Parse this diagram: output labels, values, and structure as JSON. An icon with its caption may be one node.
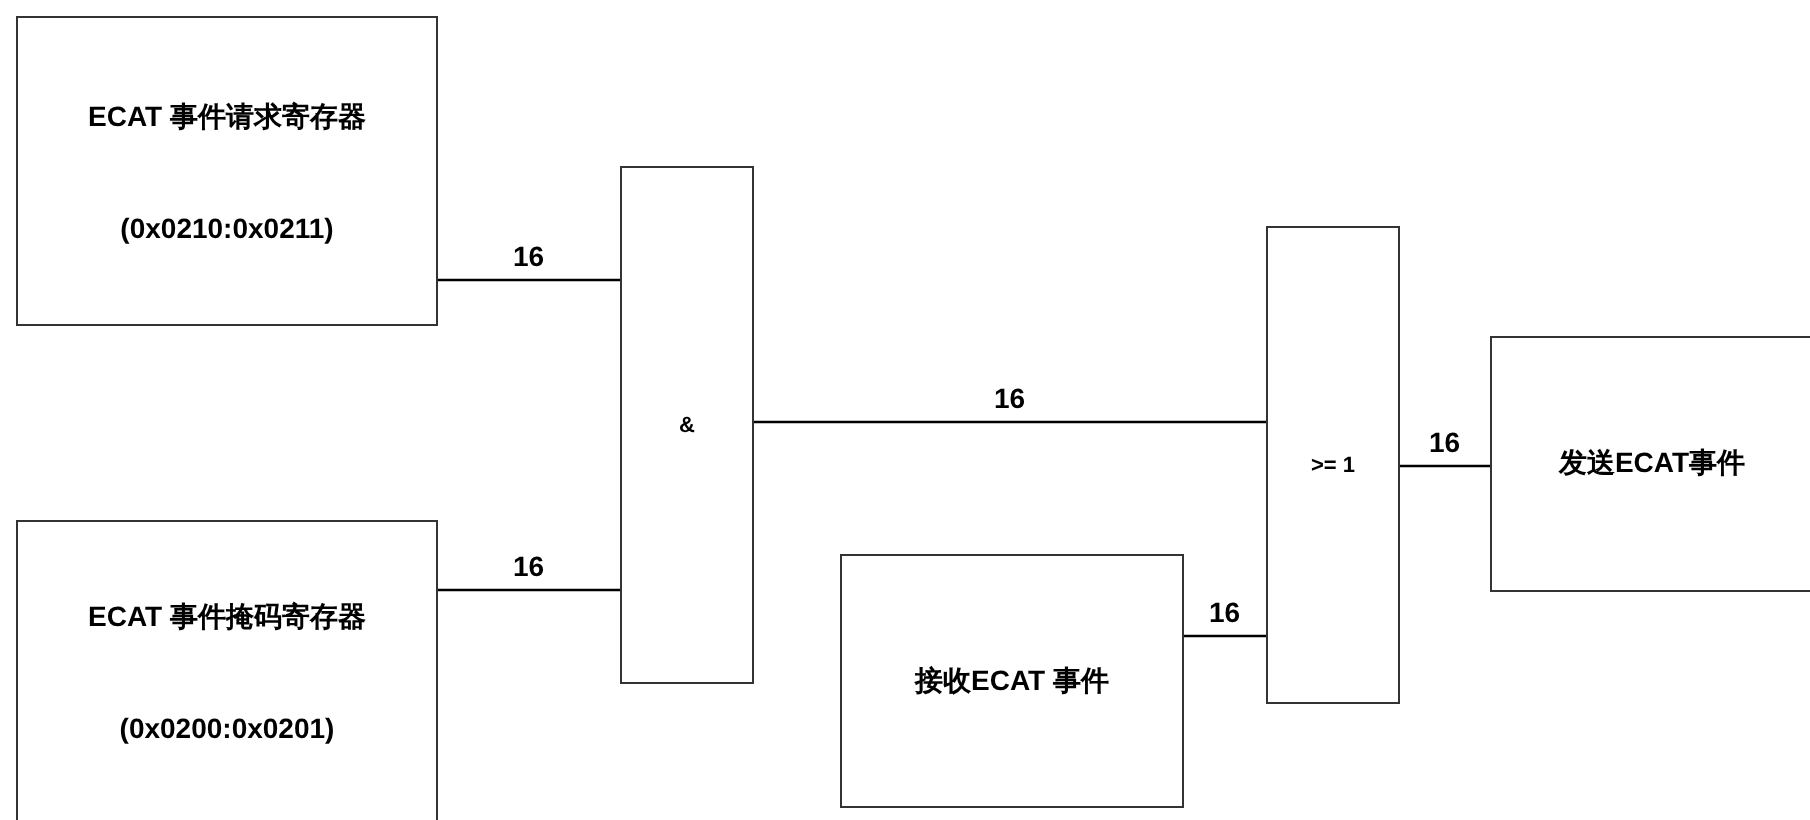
{
  "diagram": {
    "nodes": [
      {
        "text": [
          "ECAT 事件请求寄存器",
          "(0x0210:0x0211)"
        ]
      },
      {
        "text": [
          "ECAT 事件掩码寄存器",
          "(0x0200:0x0201)"
        ]
      },
      {
        "text": [
          "&"
        ]
      },
      {
        "text": [
          "接收ECAT 事件"
        ]
      },
      {
        "text": [
          ">= 1"
        ]
      },
      {
        "text": [
          "发送ECAT事件"
        ]
      }
    ],
    "edges": [
      {
        "from": 0,
        "to": 2,
        "arrow": "none",
        "label": "16"
      },
      {
        "from": 1,
        "to": 2,
        "arrow": "none",
        "label": "16"
      },
      {
        "from": 2,
        "to": 4,
        "arrow": "none",
        "label": "16"
      },
      {
        "from": 3,
        "to": 4,
        "arrow": "none",
        "label": "16"
      },
      {
        "from": 4,
        "to": 5,
        "arrow": "none",
        "label": "16"
      }
    ]
  }
}
